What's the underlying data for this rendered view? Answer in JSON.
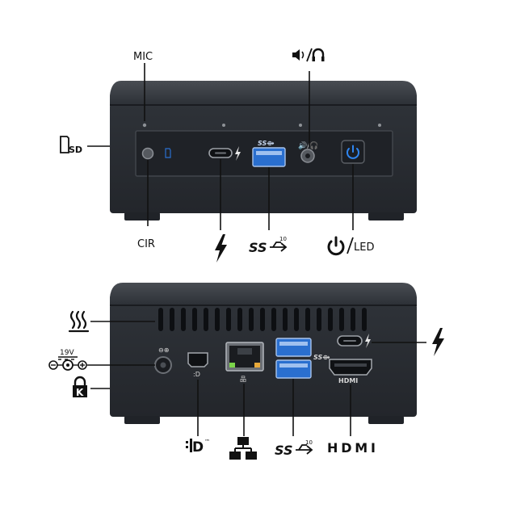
{
  "front_view": {
    "labels": {
      "mic": "MIC",
      "audio_icon_text": "🔊/🎧",
      "cir": "CIR",
      "sd_text": "SD",
      "usb_text": "SS",
      "usb_gen": "10",
      "led_text": "LED"
    }
  },
  "rear_view": {
    "labels": {
      "dc_voltage": "19V",
      "usb_text": "SS",
      "usb_gen": "10",
      "hdmi_text": "HDMI",
      "dp_text": "D",
      "dp_tm": "™"
    }
  },
  "icons": [
    "mic-icon",
    "headphone-speaker-icon",
    "sd-card-icon",
    "cir-icon",
    "thunderbolt-icon",
    "usb-superspeed-10-icon",
    "power-icon",
    "ventilation-heat-icon",
    "dc-power-input-icon",
    "kensington-lock-icon",
    "mini-displayport-icon",
    "ethernet-network-icon",
    "hdmi-icon"
  ],
  "colors": {
    "chassis": "#2b2f35",
    "chassis_top": "#3a3e44",
    "port_blue": "#2a6fcf",
    "power_blue": "#1e6fd9",
    "ethernet_green": "#7bd44a",
    "ethernet_amber": "#e8a93a"
  }
}
